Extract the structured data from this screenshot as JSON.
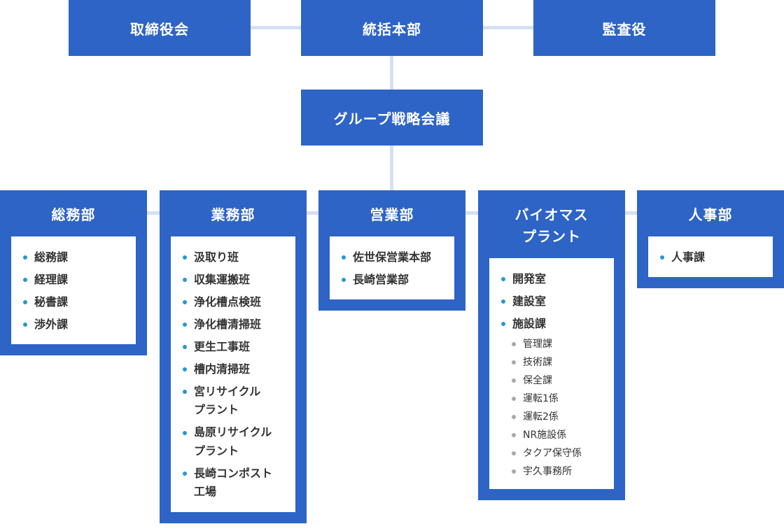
{
  "top": {
    "board": "取締役会",
    "hq": "統括本部",
    "auditor": "監査役",
    "strategy": "グループ戦略会議"
  },
  "departments": [
    {
      "title": "総務部",
      "items": [
        "総務課",
        "経理課",
        "秘書課",
        "渉外課"
      ]
    },
    {
      "title": "業務部",
      "items": [
        "汲取り班",
        "収集運搬班",
        "浄化槽点検班",
        "浄化槽清掃班",
        "更生工事班",
        "槽内清掃班",
        "宮リサイクル\nプラント",
        "島原リサイクル\nプラント",
        "長崎コンポスト\n工場"
      ]
    },
    {
      "title": "営業部",
      "items": [
        "佐世保営業本部",
        "長崎営業部"
      ]
    },
    {
      "title": "バイオマス\nプラント",
      "items": [
        "開発室",
        "建設室",
        "施設課"
      ],
      "subitems": [
        "管理課",
        "技術課",
        "保全課",
        "運転1係",
        "運転2係",
        "NR施設係",
        "タクア保守係",
        "宇久事務所"
      ]
    },
    {
      "title": "人事部",
      "items": [
        "人事課"
      ]
    }
  ],
  "colors": {
    "box": "#2d64c6",
    "connector": "#d6e0f3",
    "bullet": "#2996d1",
    "sub_bullet": "#a8a8a8"
  }
}
